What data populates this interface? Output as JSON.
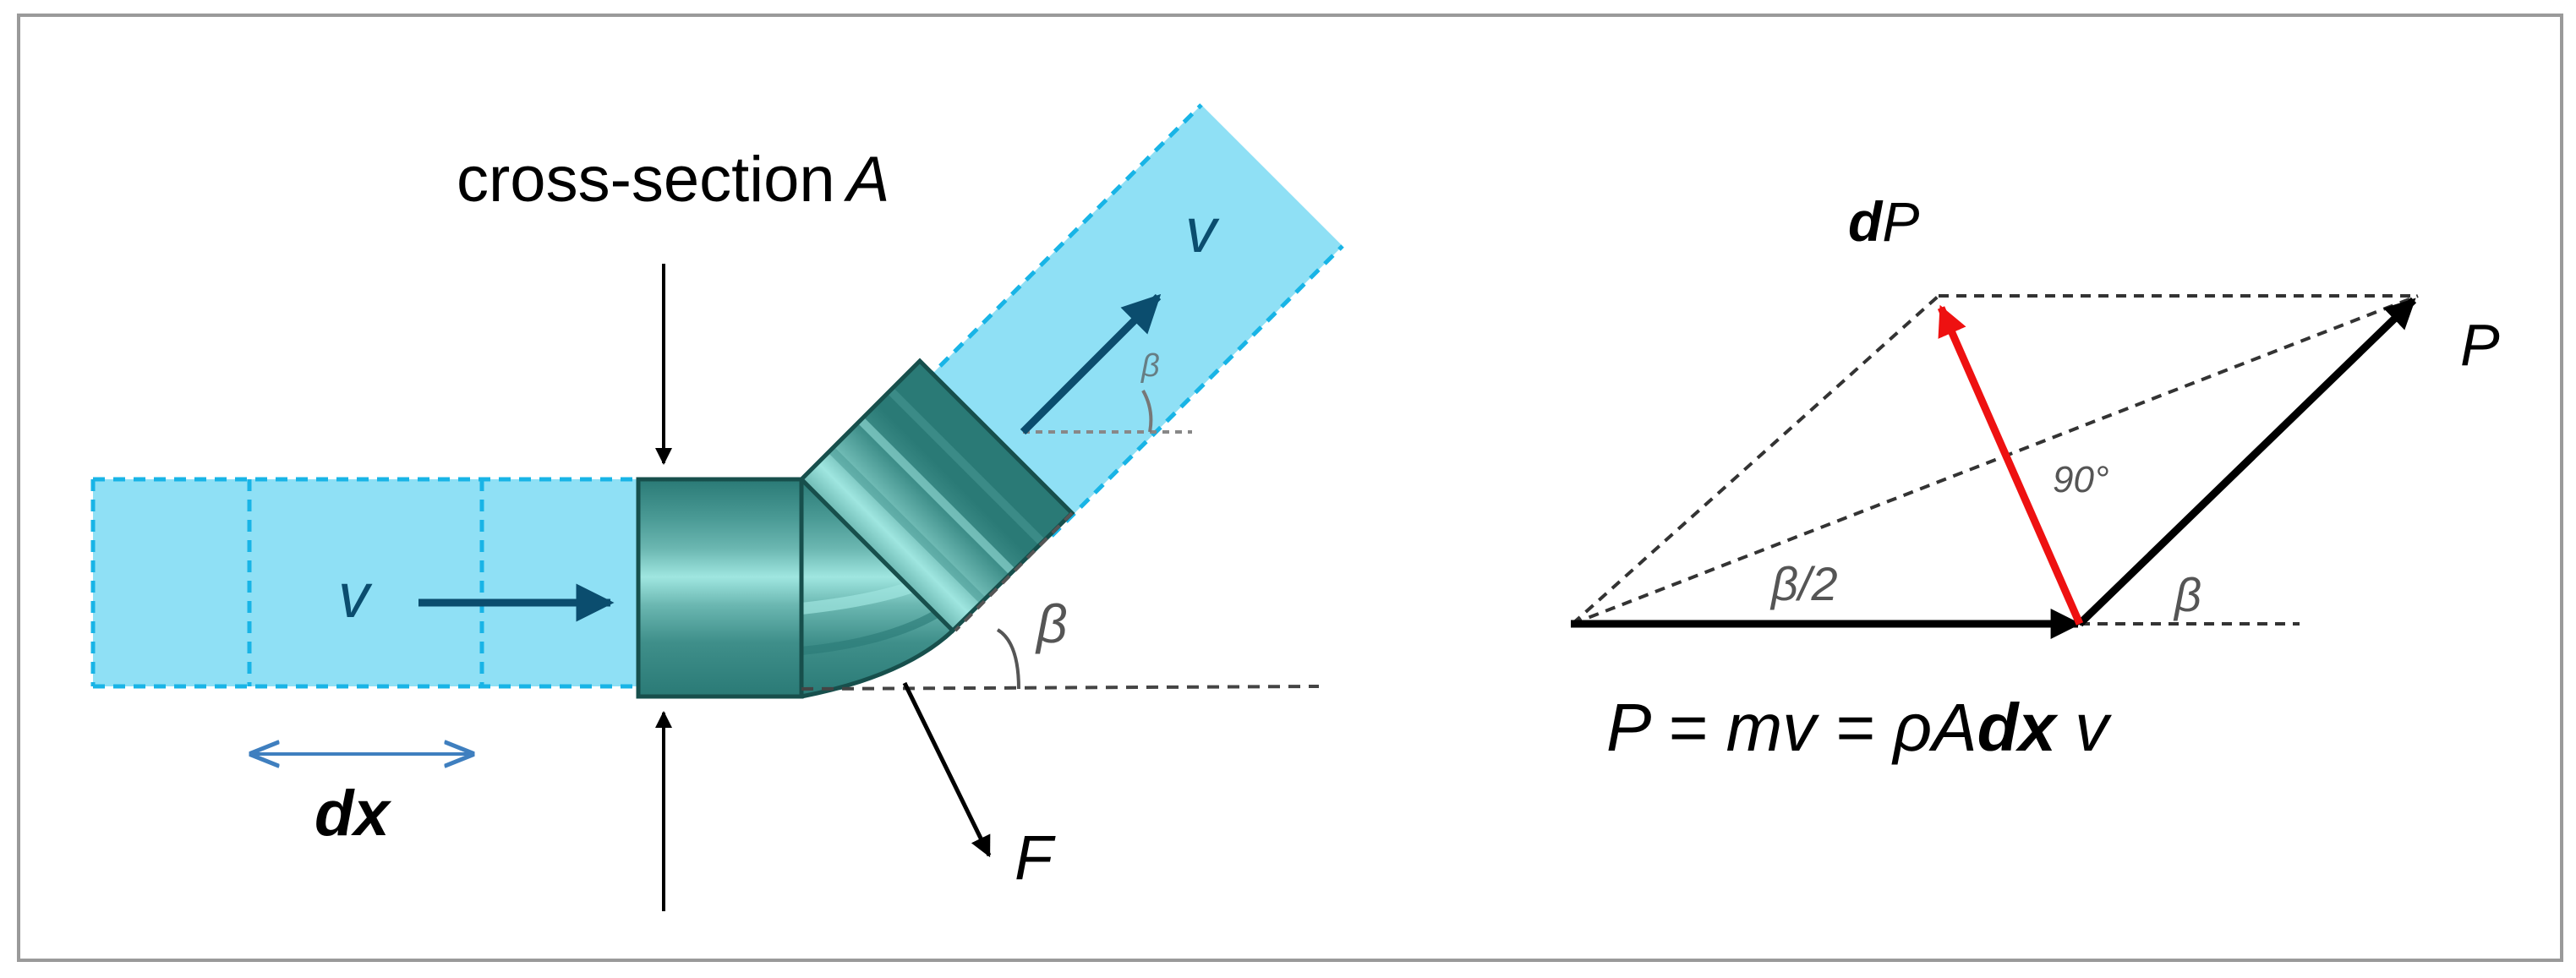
{
  "pipe_diagram": {
    "cross_section_prefix": "cross-section",
    "cross_section_symbol": "A",
    "inlet_velocity": "v",
    "outlet_velocity": "v",
    "element_length": "dx",
    "bend_angle": "β",
    "small_angle": "β",
    "force": "F"
  },
  "vector_diagram": {
    "dP_bold": "d",
    "dP_rest": "P",
    "P_label": "P",
    "right_angle": "90°",
    "half_angle": "β/2",
    "beta": "β"
  },
  "formula": {
    "part1": "P = mv  = ρA",
    "bold": "dx",
    "part2": " v"
  },
  "colors": {
    "fluid": "#8fe0f5",
    "fluid_dash": "#18b4e6",
    "pipe_dark": "#2a7a76",
    "pipe_light": "#9fe6e0",
    "dP_arrow": "#ee1111",
    "dx_arrow": "#3f7fbf",
    "velocity_arrow": "#0b4d6e"
  }
}
